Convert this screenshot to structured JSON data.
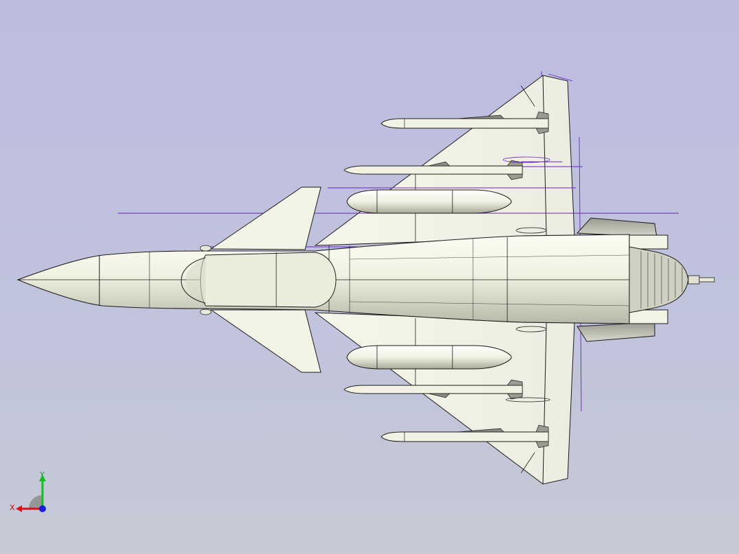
{
  "viewport": {
    "background_top": "#bcbce0",
    "background_bottom": "#c6c9d4"
  },
  "model": {
    "kind": "fighter-jet-top-view",
    "surface_color": "#f4f4e6",
    "edge_color": "#1a1a1a",
    "sketch_line_color": "#6a1fd0",
    "stores": {
      "missiles": 4,
      "drop_tanks": 2
    }
  },
  "triad": {
    "x_label": "X",
    "y_label": "Y",
    "x_color": "#e01010",
    "y_color": "#10c020",
    "z_color": "#1020e0"
  }
}
